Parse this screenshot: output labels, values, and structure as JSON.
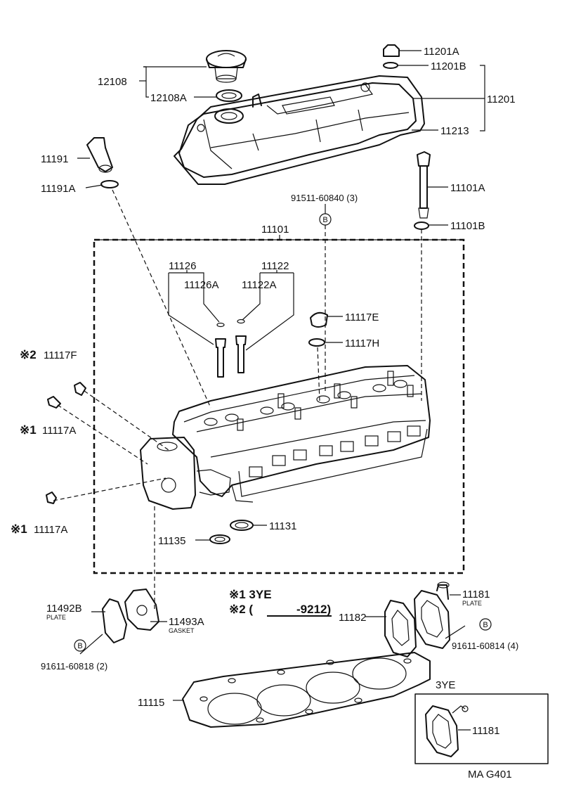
{
  "labels": {
    "p11201A": "11201A",
    "p11201B": "11201B",
    "p11201": "11201",
    "p11213": "11213",
    "p12108": "12108",
    "p12108A": "12108A",
    "p11191": "11191",
    "p11191A": "11191A",
    "p11101A": "11101A",
    "p11101B": "11101B",
    "p91511": "91511-60840 (3)",
    "p11101": "11101",
    "p11126": "11126",
    "p11126A": "11126A",
    "p11122": "11122",
    "p11122A": "11122A",
    "p11117E": "11117E",
    "p11117H": "11117H",
    "p11117F": "11117F",
    "p11117A_1": "11117A",
    "p11117A_2": "11117A",
    "p11131": "11131",
    "p11135": "11135",
    "p11492B": "11492B",
    "p11492B_sub": "PLATE",
    "p11493A": "11493A",
    "p11493A_sub": "GASKET",
    "p91611_818": "91611-60818 (2)",
    "p11182": "11182",
    "p11181": "11181",
    "p11181_sub": "PLATE",
    "p91611_814": "91611-60814 (4)",
    "p11115": "11115",
    "p11181_b": "11181"
  },
  "notes": {
    "note1": "※1 3YE",
    "note2_prefix": "※2 (",
    "note2_value": "-9212)",
    "mark1a": "※1",
    "mark2": "※2",
    "mark1b": "※1",
    "inset_title": "3YE",
    "bolt_symbol": "B"
  },
  "footer": {
    "code": "MA G401"
  }
}
